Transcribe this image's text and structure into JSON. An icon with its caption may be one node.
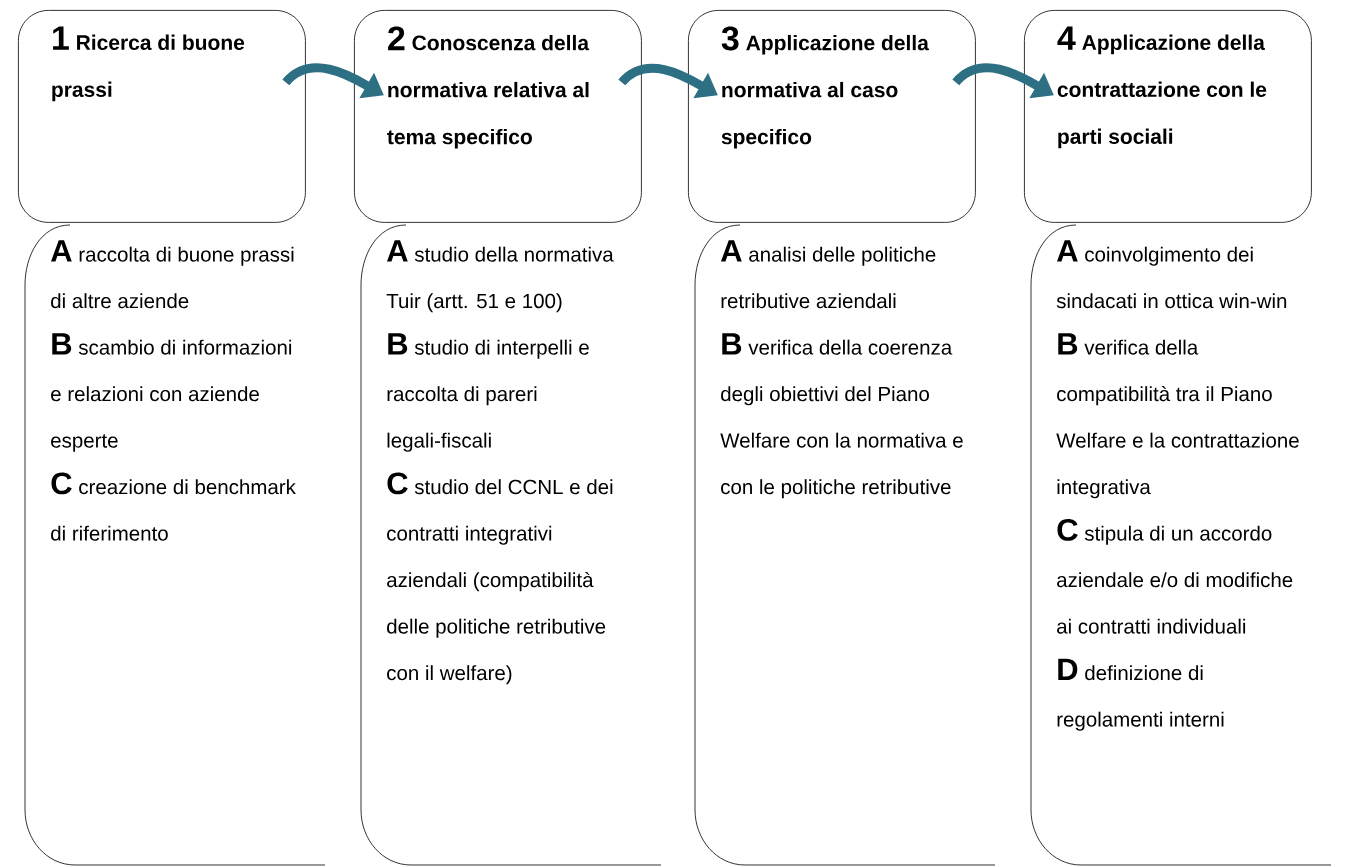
{
  "diagram": {
    "nodes": [
      {
        "text": [
          "1",
          "Ricerca di buone prassi"
        ]
      },
      {
        "text": [
          "2",
          "Conoscenza della normativa relativa al tema specifico"
        ]
      },
      {
        "text": [
          "3",
          "Applicazione della normativa al caso specifico"
        ]
      },
      {
        "text": [
          "4",
          "Applicazione della contrattazione con le parti sociali"
        ]
      },
      {
        "text": [
          "A",
          "raccolta di buone prassi di altre aziende",
          "B",
          "scambio di informazioni e relazioni con aziende esperte",
          "C",
          "creazione di benchmark di riferimento"
        ]
      },
      {
        "text": [
          "A",
          "studio della normativa Tuir (artt. 51 e 100)",
          "B",
          "studio di interpelli e raccolta di pareri legali-fiscali",
          "C",
          "studio del CCNL e dei contratti integrativi aziendali (compatibilità delle politiche retributive con il welfare)"
        ]
      },
      {
        "text": [
          "A",
          "analisi delle politiche retributive aziendali",
          "B",
          "verifica della coerenza degli obiettivi del Piano Welfare con la normativa e con le politiche retributive"
        ]
      },
      {
        "text": [
          "A",
          "coinvolgimento dei sindacati in ottica win-win",
          "B",
          "verifica della compatibilità tra il Piano Welfare e la contrattazione integrativa",
          "C",
          "stipula di un accordo aziendale e/o di modifiche ai contratti individuali",
          "D",
          "definizione di regolamenti interni"
        ]
      }
    ],
    "edges": [
      {
        "from": 0,
        "to": 1,
        "arrow": "to",
        "color": "#2e7083"
      },
      {
        "from": 1,
        "to": 2,
        "arrow": "to",
        "color": "#2e7083"
      },
      {
        "from": 2,
        "to": 3,
        "arrow": "to",
        "color": "#2e7083"
      }
    ]
  }
}
